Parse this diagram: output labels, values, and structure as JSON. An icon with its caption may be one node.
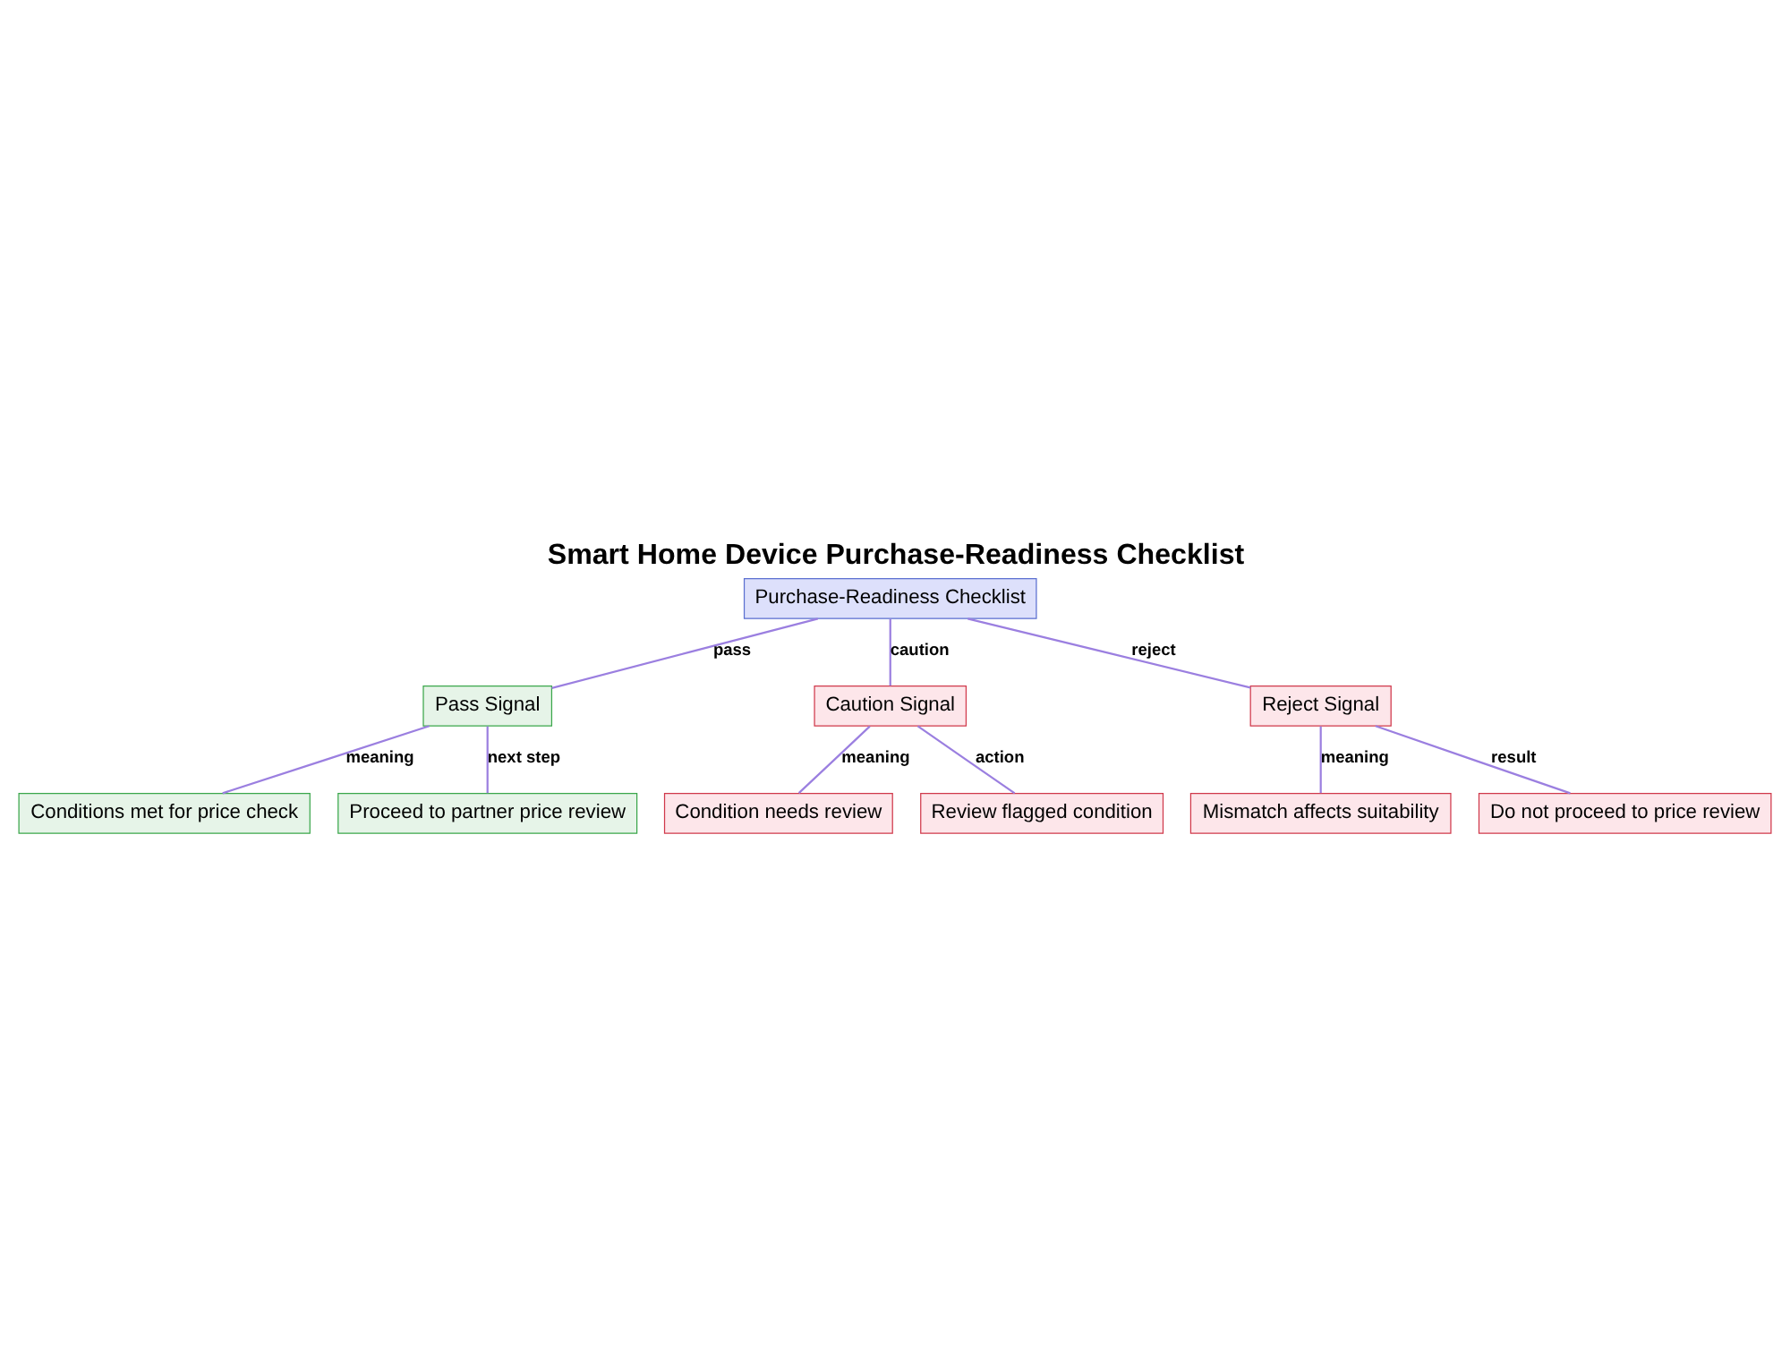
{
  "diagram": {
    "title": "Smart Home Device Purchase-Readiness Checklist",
    "nodes": [
      {
        "text": [
          "Purchase-Readiness Checklist"
        ]
      },
      {
        "text": [
          "Pass Signal"
        ]
      },
      {
        "text": [
          "Caution Signal"
        ]
      },
      {
        "text": [
          "Reject Signal"
        ]
      },
      {
        "text": [
          "Conditions met for price check"
        ]
      },
      {
        "text": [
          "Proceed to partner price review"
        ]
      },
      {
        "text": [
          "Condition needs review"
        ]
      },
      {
        "text": [
          "Review flagged condition"
        ]
      },
      {
        "text": [
          "Mismatch affects suitability"
        ]
      },
      {
        "text": [
          "Do not proceed to price review"
        ]
      }
    ],
    "edges": [
      {
        "from": 0,
        "to": 1,
        "arrow": "none",
        "label": "pass"
      },
      {
        "from": 0,
        "to": 2,
        "arrow": "none",
        "label": "caution"
      },
      {
        "from": 0,
        "to": 3,
        "arrow": "none",
        "label": "reject"
      },
      {
        "from": 1,
        "to": 4,
        "arrow": "none",
        "label": "meaning"
      },
      {
        "from": 1,
        "to": 5,
        "arrow": "none",
        "label": "next step"
      },
      {
        "from": 2,
        "to": 6,
        "arrow": "none",
        "label": "meaning"
      },
      {
        "from": 2,
        "to": 7,
        "arrow": "none",
        "label": "action"
      },
      {
        "from": 3,
        "to": 8,
        "arrow": "none",
        "label": "meaning"
      },
      {
        "from": 3,
        "to": 9,
        "arrow": "none",
        "label": "result"
      }
    ]
  }
}
